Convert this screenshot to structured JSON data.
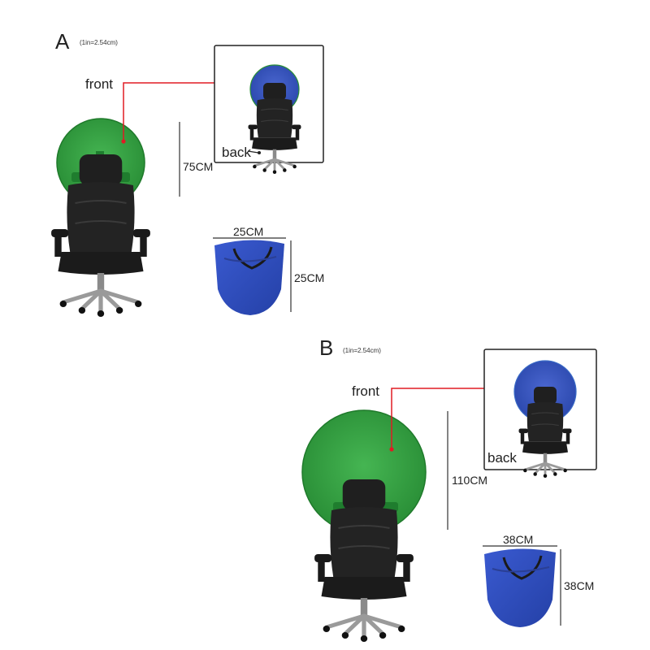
{
  "sectionA": {
    "letter": "A",
    "unit_note": "(1in=2.54cm)",
    "front_label": "front",
    "back_label": "back",
    "diameter_label": "75CM",
    "bag_width_label": "25CM",
    "bag_height_label": "25CM"
  },
  "sectionB": {
    "letter": "B",
    "unit_note": "(1in=2.54cm)",
    "front_label": "front",
    "back_label": "back",
    "diameter_label": "110CM",
    "bag_width_label": "38CM",
    "bag_height_label": "38CM"
  },
  "colors": {
    "green_screen": "#2e9a3c",
    "blue_screen": "#2f4fb5",
    "pointer_line": "#e01b24",
    "chair": "#1c1c1c"
  }
}
